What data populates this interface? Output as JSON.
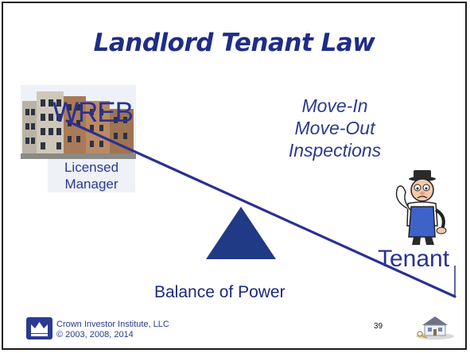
{
  "slide": {
    "title": "Landlord Tenant Law",
    "topic_lines": [
      "Move-In",
      "Move-Out",
      "Inspections"
    ],
    "left_label": "WREB",
    "manager_lines": [
      "Licensed",
      "Manager"
    ],
    "right_label": "Tenant",
    "caption": "Balance of Power",
    "footer_lines": [
      "Crown Investor Institute, LLC",
      "© 2003, 2008, 2014"
    ],
    "page_number": "39"
  },
  "colors": {
    "accent": "#1f2d86",
    "lever": "#2b3190",
    "fulcrum": "#213a86",
    "footer_blue": "#2a3a90"
  }
}
